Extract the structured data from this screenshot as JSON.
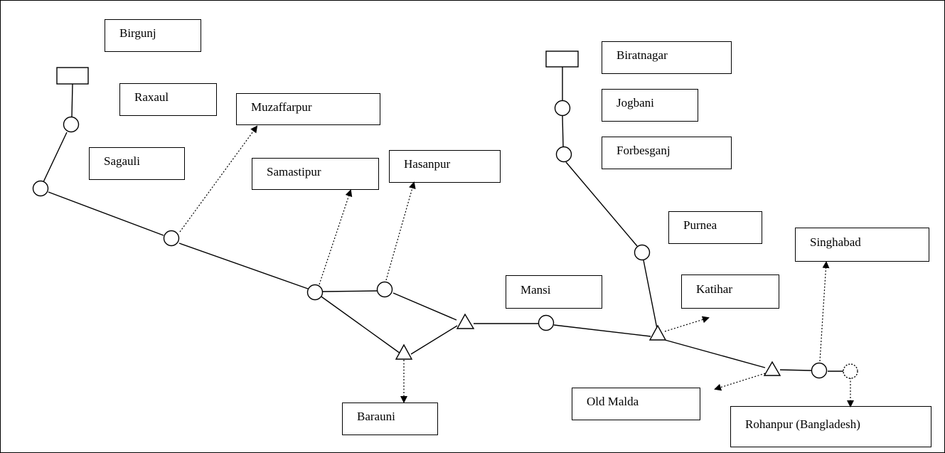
{
  "labels": {
    "birgunj": "Birgunj",
    "raxaul": "Raxaul",
    "muzaffarpur": "Muzaffarpur",
    "sagauli": "Sagauli",
    "samastipur": "Samastipur",
    "hasanpur": "Hasanpur",
    "biratnagar": "Biratnagar",
    "jogbani": "Jogbani",
    "forbesganj": "Forbesganj",
    "purnea": "Purnea",
    "singhabad": "Singhabad",
    "mansi": "Mansi",
    "katihar": "Katihar",
    "barauni": "Barauni",
    "old_malda": "Old Malda",
    "rohanpur": "Rohanpur (Bangladesh)"
  },
  "colors": {
    "line": "#000000",
    "background": "#ffffff"
  },
  "symbols": {
    "terminal": "rectangle-node-icon",
    "station": "circle-node-icon",
    "junction": "triangle-node-icon"
  }
}
